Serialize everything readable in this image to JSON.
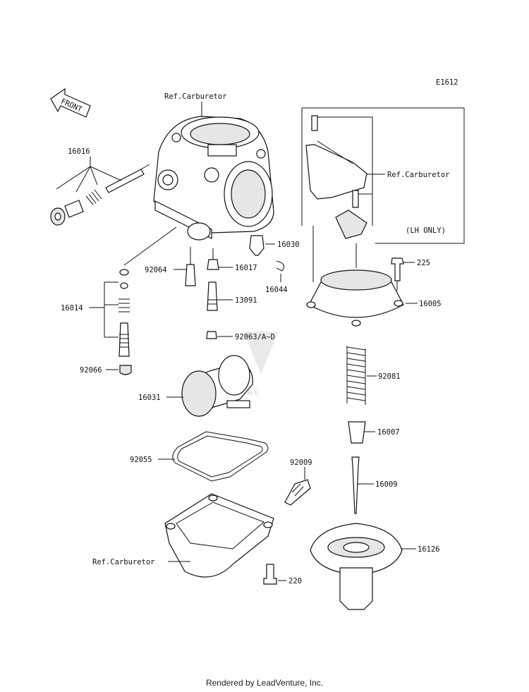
{
  "diagram_id": "E1612",
  "front_label": "FRONT",
  "watermark": "LEADVENTURE",
  "footer": "Rendered by LeadVenture, Inc.",
  "callouts": {
    "ref_carb_top": "Ref.Carburetor",
    "ref_carb_right": "Ref.Carburetor",
    "ref_carb_bottom": "Ref.Carburetor",
    "lh_only": "(LH ONLY)",
    "p16016": "16016",
    "p16014": "16014",
    "p92066": "92066",
    "p92064": "92064",
    "p16017": "16017",
    "p16030": "16030",
    "p16044": "16044",
    "p13091": "13091",
    "p92063": "92063/A~D",
    "p16031": "16031",
    "p92055": "92055",
    "p92009": "92009",
    "p220": "220",
    "p225": "225",
    "p16005": "16005",
    "p92081": "92081",
    "p16007": "16007",
    "p16009": "16009",
    "p16126": "16126"
  }
}
